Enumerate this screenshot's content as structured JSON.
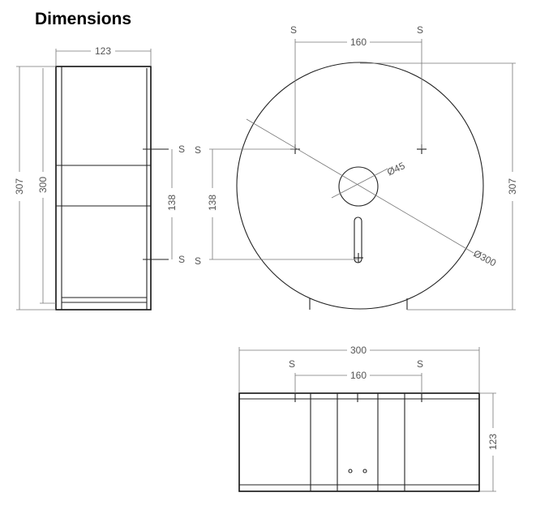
{
  "title": "Dimensions",
  "side_view": {
    "width_label": "123",
    "height_outer_label": "307",
    "height_inner_label": "300",
    "screw_spacing_label": "138",
    "screw_top_label": "S",
    "screw_bottom_label": "S"
  },
  "front_view": {
    "screw_spacing_label": "160",
    "screw_left_label": "S",
    "screw_right_label": "S",
    "hole_diameter_label": "Ø45",
    "body_diameter_label": "Ø300",
    "height_label": "307",
    "vertical_spacing_label": "138",
    "screw_upper_label": "S",
    "screw_lower_label": "S"
  },
  "bottom_view": {
    "width_label": "300",
    "screw_spacing_label": "160",
    "screw_left_label": "S",
    "screw_right_label": "S",
    "depth_label": "123"
  }
}
